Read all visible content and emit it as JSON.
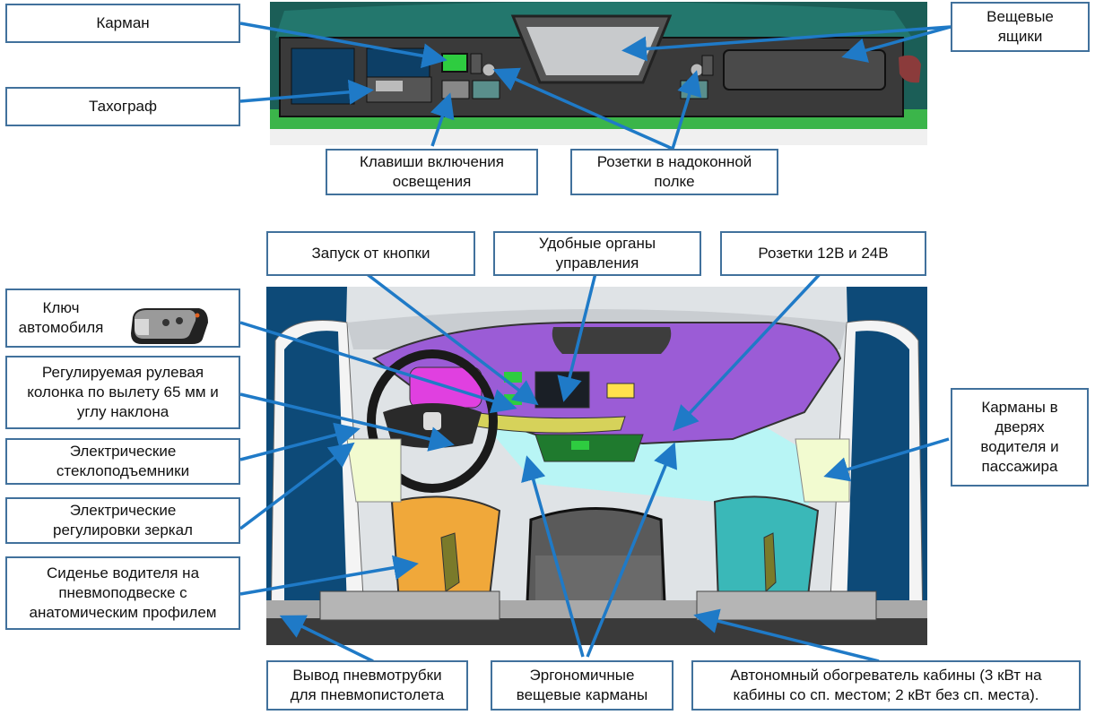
{
  "colors": {
    "label_border": "#41719c",
    "leader_line": "#1f7ac7",
    "dash_purple": "#9b5cd6",
    "teal_cab": "#1b5e57",
    "seat_orange": "#f0a83a",
    "seat_teal": "#3ab8b8",
    "window_blue": "#0d4a78"
  },
  "top_view": {
    "description": "Overhead shelf above windshield",
    "labels": {
      "pocket": "Карман",
      "tachograph": "Тахограф",
      "storage_boxes": "Вещевые\nящики",
      "light_switches": "Клавиши включения\nосвещения",
      "shelf_sockets": "Розетки в надоконной\nполке"
    }
  },
  "cab_view": {
    "description": "Driver cab interior",
    "labels": {
      "key": "Ключ\nавтомобиля",
      "steering_column": "Регулируемая рулевая\nколонка по вылету 65 мм и\nуглу наклона",
      "power_windows": "Электрические\nстеклоподъемники",
      "mirror_controls": "Электрические\nрегулировки зеркал",
      "driver_seat": "Сиденье водителя на\nпневмоподвеске с\nанатомическим профилем",
      "push_start": "Запуск от кнопки",
      "controls": "Удобные органы\nуправления",
      "sockets": "Розетки 12В и 24В",
      "door_pockets": "Карманы в\nдверях\nводителя и\nпассажира",
      "air_outlet": "Вывод пневмотрубки\nдля пневмопистолета",
      "storage_pockets": "Эргономичные\nвещевые карманы",
      "heater": "Автономный обогреватель кабины (3 кВт на\nкабины со сп. местом; 2 кВт без сп. места)."
    }
  }
}
